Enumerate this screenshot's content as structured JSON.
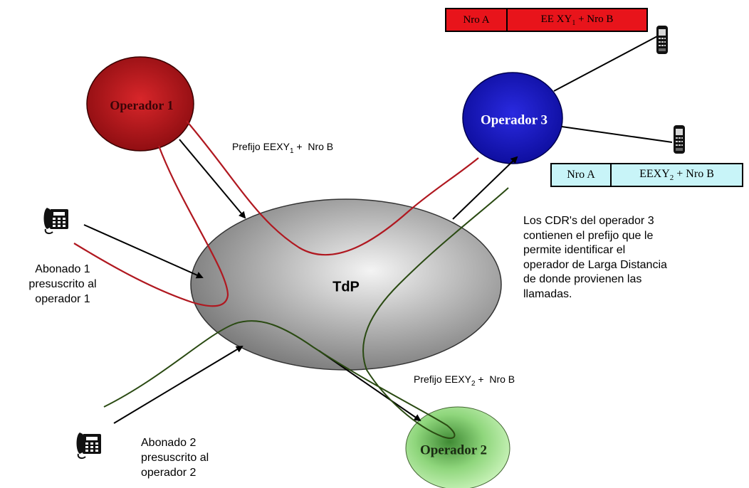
{
  "nodes": {
    "tdp": "TdP",
    "operador1": "Operador 1",
    "operador2": "Operador 2",
    "operador3": "Operador 3"
  },
  "labels": {
    "prefijo1_pre": "Prefijo EEXY",
    "prefijo1_sub": "1",
    "prefijo1_post": " +  Nro B",
    "prefijo2_pre": "Prefijo EEXY",
    "prefijo2_sub": "2",
    "prefijo2_post": " +  Nro B",
    "abonado1": [
      "Abonado 1",
      "presuscrito al",
      "operador 1"
    ],
    "abonado2": [
      "Abonado 2",
      "presuscrito al",
      "operador 2"
    ],
    "cdr_note": [
      "Los CDR's del operador 3",
      "contienen el prefijo que le",
      "permite identificar el",
      "operador de Larga Distancia",
      "de donde provienen las",
      "llamadas."
    ]
  },
  "tables": {
    "top": {
      "cell1": "Nro A",
      "cell2_pre": "EE XY",
      "cell2_sub": "1",
      "cell2_post": " + Nro B",
      "color": "#e8141b"
    },
    "bottom": {
      "cell1": "Nro A",
      "cell2_pre": "EEXY",
      "cell2_sub": "2",
      "cell2_post": " + Nro B",
      "color": "#c8f4f8"
    }
  },
  "icons": [
    "desk-phone-icon",
    "mobile-phone-icon"
  ],
  "colors": {
    "operador1": "#c0141a",
    "operador2": "#9fe08a",
    "operador3": "#1212c8",
    "tdp": "#9a9a9a",
    "red_path": "#b01820",
    "green_path": "#2a4a12"
  }
}
